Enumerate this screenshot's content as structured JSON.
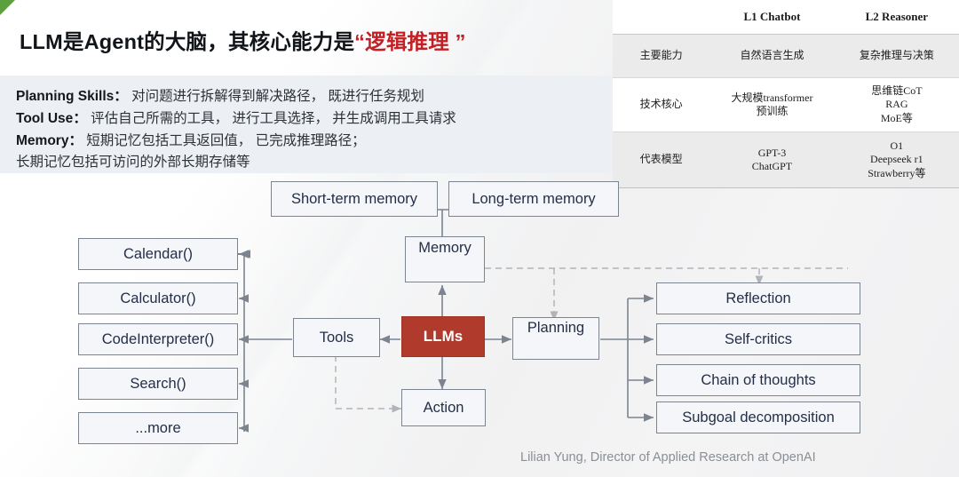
{
  "slide": {
    "title_plain": "LLM是Agent的大脑，其核心能力是",
    "title_highlight": "“逻辑推理 ”",
    "corner_accent_color": "#5aa03c",
    "highlight_color": "#c32026"
  },
  "bullets": [
    {
      "label": "Planning Skills",
      "sep": "：",
      "text": "对问题进行拆解得到解决路径， 既进行任务规划"
    },
    {
      "label": "Tool Use",
      "sep": "：",
      "text": "评估自己所需的工具， 进行工具选择， 并生成调用工具请求"
    },
    {
      "label": "Memory",
      "sep": "：",
      "text": "短期记忆包括工具返回值， 已完成推理路径；"
    },
    {
      "label": "",
      "sep": "",
      "text": "长期记忆包括可访问的外部长期存储等"
    }
  ],
  "comparison_table": {
    "headers": [
      "",
      "L1 Chatbot",
      "L2 Reasoner"
    ],
    "rows": [
      {
        "label": "主要能力",
        "l1": "自然语言生成",
        "l2": "复杂推理与决策"
      },
      {
        "label": "技术核心",
        "l1": "大规模transformer\n预训练",
        "l2": "思维链CoT\nRAG\nMoE等"
      },
      {
        "label": "代表模型",
        "l1": "GPT-3\nChatGPT",
        "l2": "O1\nDeepseek r1\nStrawberry等"
      }
    ]
  },
  "diagram": {
    "center_node": "LLMs",
    "memory_node": "Memory",
    "tools_node": "Tools",
    "planning_node": "Planning",
    "action_node": "Action",
    "memory_children": [
      "Short-term memory",
      "Long-term memory"
    ],
    "tool_items": [
      "Calendar()",
      "Calculator()",
      "CodeInterpreter()",
      "Search()",
      "...more"
    ],
    "planning_items": [
      "Reflection",
      "Self-critics",
      "Chain of thoughts",
      "Subgoal decomposition"
    ],
    "node_fill": "#f4f6fa",
    "node_border": "#7c8490",
    "center_fill": "#b03a2c"
  },
  "caption": "Lilian Yung, Director of Applied Research at OpenAI"
}
